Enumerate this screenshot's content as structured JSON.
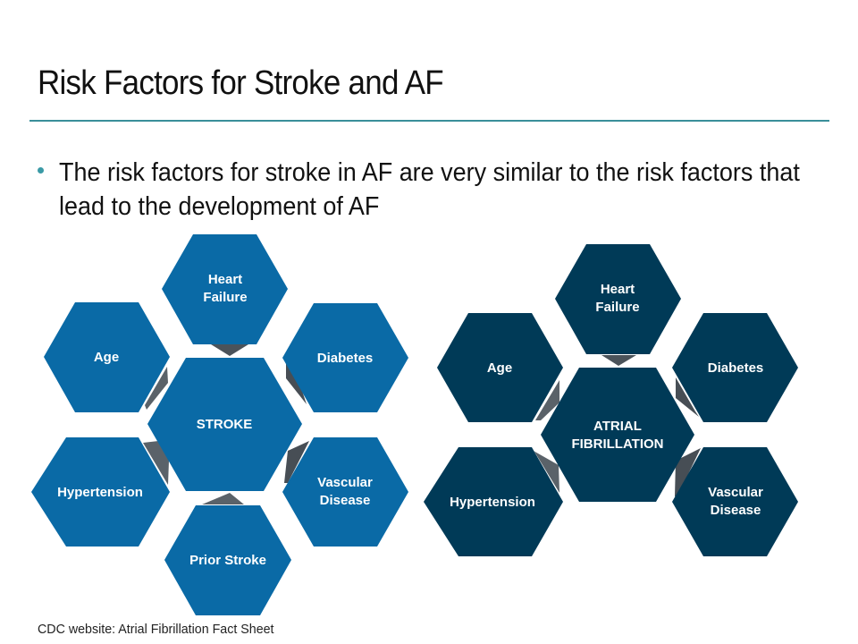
{
  "slide": {
    "title": "Risk Factors for Stroke and AF",
    "bullets": [
      "The risk factors for stroke in AF are very similar to the risk factors that lead to the development of AF"
    ],
    "footer": "CDC website: Atrial Fibrillation Fact Sheet"
  },
  "colors": {
    "stroke_hex": "#0a6aa6",
    "af_hex": "#003a57",
    "arrow": "#4b535a",
    "accent_rule": "#3a8f9a"
  },
  "stroke_diagram": {
    "center": [
      "STROKE"
    ],
    "factors": {
      "heart_failure": [
        "Heart",
        "Failure"
      ],
      "age": [
        "Age"
      ],
      "diabetes": [
        "Diabetes"
      ],
      "hypertension": [
        "Hypertension"
      ],
      "vascular_disease": [
        "Vascular",
        "Disease"
      ],
      "prior_stroke": [
        "Prior Stroke"
      ]
    }
  },
  "af_diagram": {
    "center": [
      "ATRIAL",
      "FIBRILLATION"
    ],
    "factors": {
      "heart_failure": [
        "Heart",
        "Failure"
      ],
      "age": [
        "Age"
      ],
      "diabetes": [
        "Diabetes"
      ],
      "hypertension": [
        "Hypertension"
      ],
      "vascular_disease": [
        "Vascular",
        "Disease"
      ]
    }
  }
}
